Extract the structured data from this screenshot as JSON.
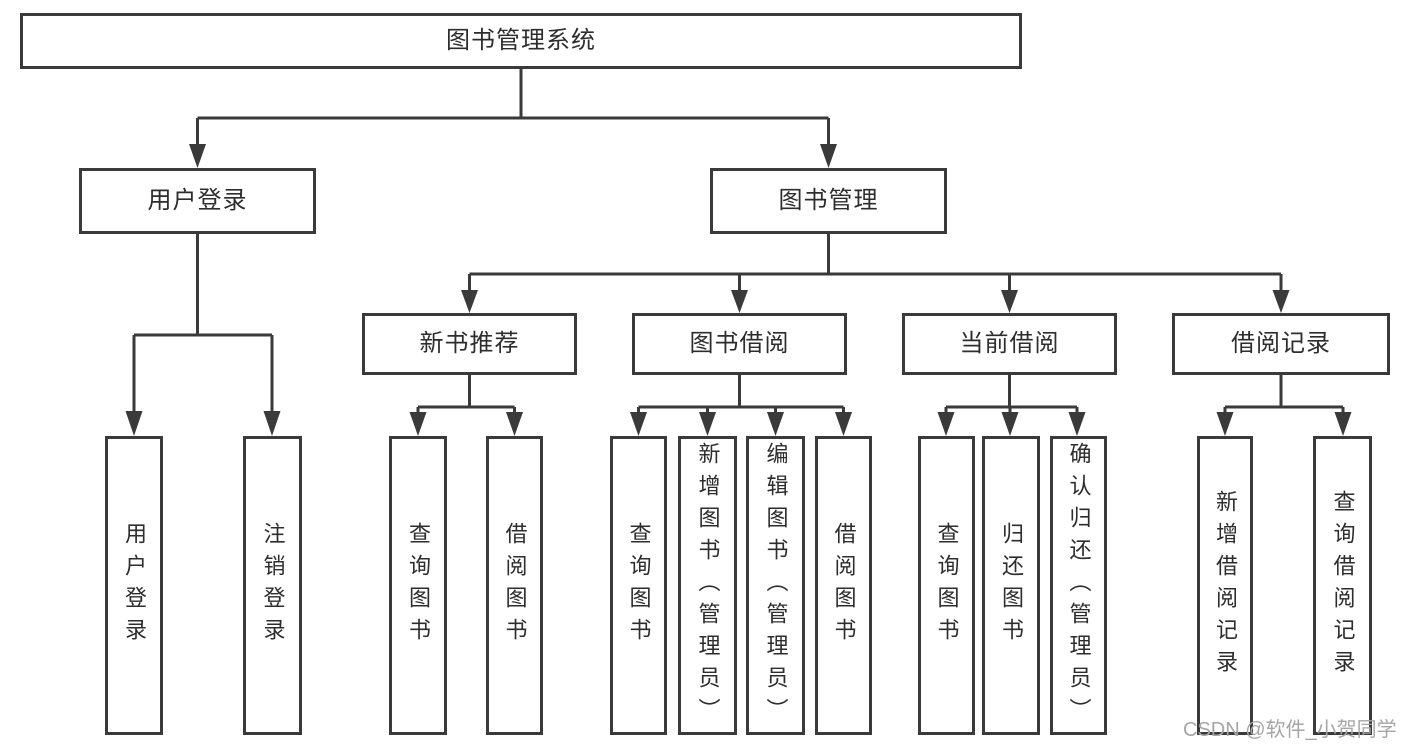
{
  "diagram": {
    "root": {
      "label": "图书管理系统"
    },
    "level2": [
      {
        "label": "用户登录"
      },
      {
        "label": "图书管理"
      }
    ],
    "level3": [
      {
        "label": "新书推荐"
      },
      {
        "label": "图书借阅"
      },
      {
        "label": "当前借阅"
      },
      {
        "label": "借阅记录"
      }
    ],
    "leaves": [
      {
        "label": "用户登录"
      },
      {
        "label": "注销登录"
      },
      {
        "label": "查询图书"
      },
      {
        "label": "借阅图书"
      },
      {
        "label": "查询图书"
      },
      {
        "label": "新增图书（管理员）"
      },
      {
        "label": "编辑图书（管理员）"
      },
      {
        "label": "借阅图书"
      },
      {
        "label": "查询图书"
      },
      {
        "label": "归还图书"
      },
      {
        "label": "确认归还（管理员）"
      },
      {
        "label": "新增借阅记录"
      },
      {
        "label": "查询借阅记录"
      }
    ]
  },
  "watermark": {
    "text": "CSDN @软件_小贺同学"
  },
  "colors": {
    "line": "#3a3a3a",
    "text": "#2d2d2d",
    "background": "#ffffff",
    "watermark": "#a6a6a6"
  }
}
